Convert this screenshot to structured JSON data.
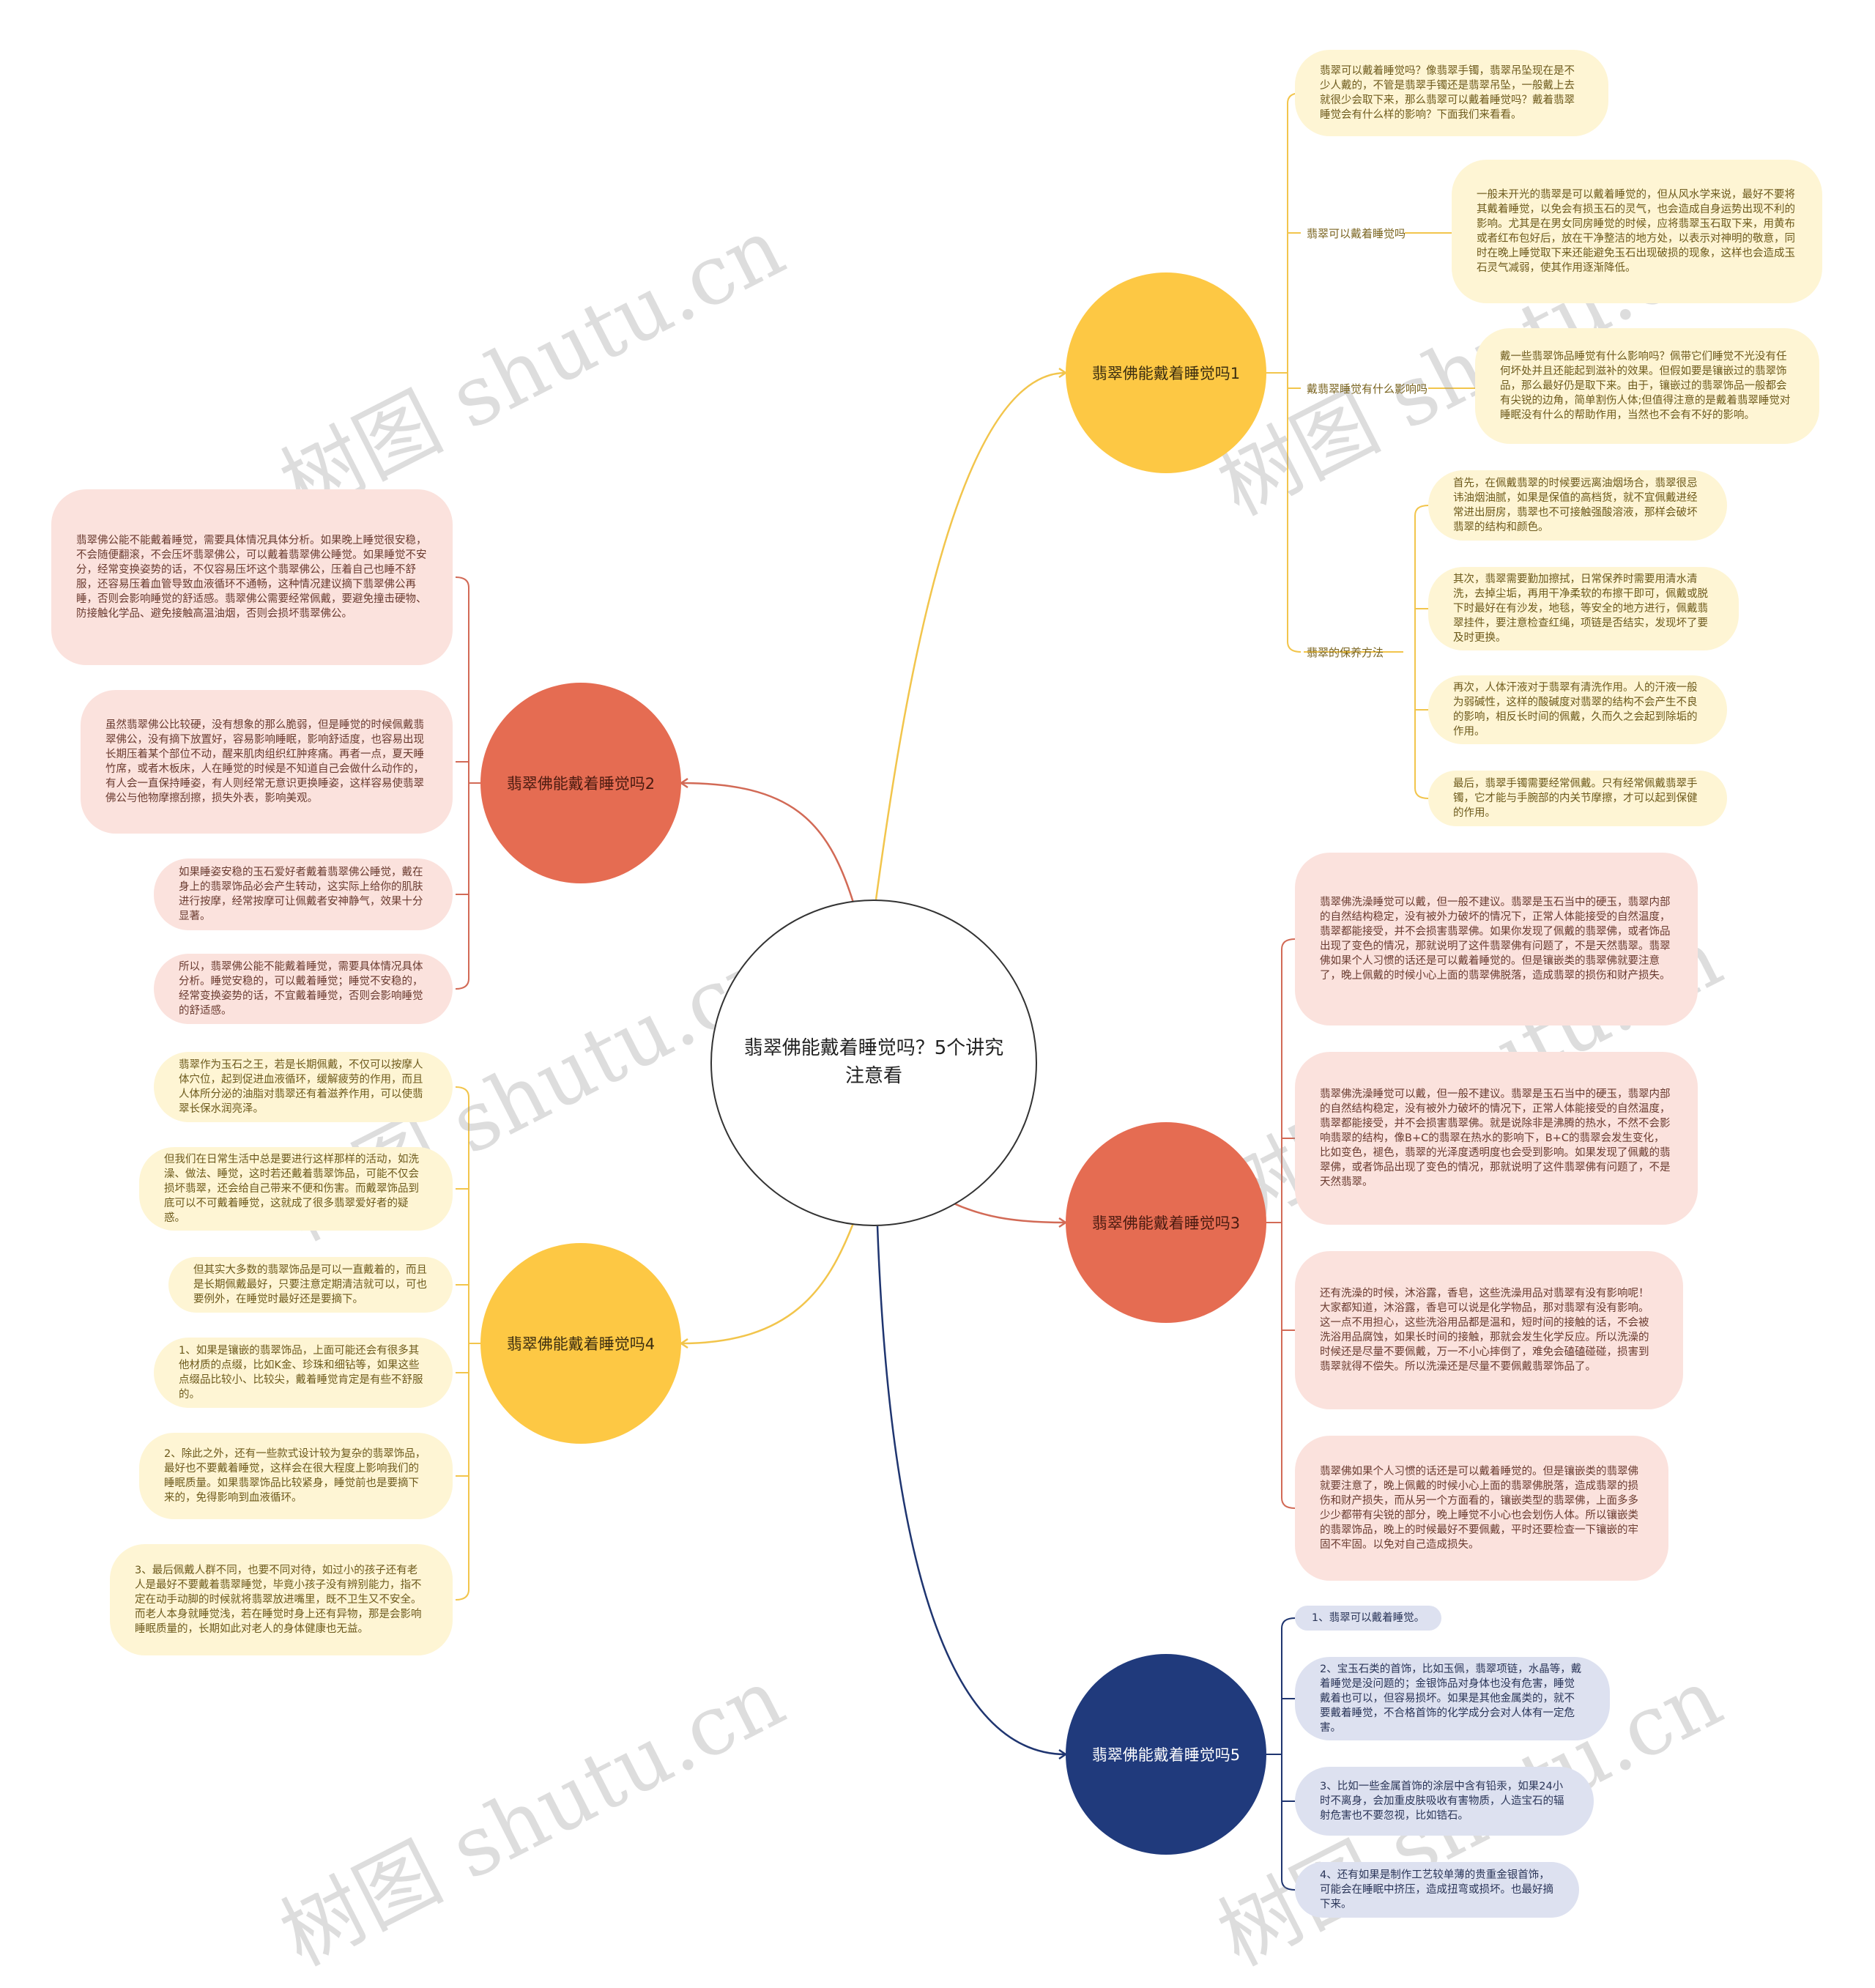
{
  "center": {
    "title": "翡翠佛能戴着睡觉吗？5个讲究注意看"
  },
  "branches": [
    {
      "title": "翡翠佛能戴着睡觉吗1",
      "color": "#fdc844",
      "items": [
        {
          "text": "翡翠可以戴着睡觉吗？像翡翠手镯，翡翠吊坠现在是不少人戴的，不管是翡翠手镯还是翡翠吊坠，一般戴上去就很少会取下来，那么翡翠可以戴着睡觉吗？戴着翡翠睡觉会有什么样的影响？下面我们来看看。"
        },
        {
          "label": "翡翠可以戴着睡觉吗",
          "text": "一般未开光的翡翠是可以戴着睡觉的，但从风水学来说，最好不要将其戴着睡觉，以免会有损玉石的灵气，也会造成自身运势出现不利的影响。尤其是在男女同房睡觉的时候，应将翡翠玉石取下来，用黄布或者红布包好后，放在干净整洁的地方处，以表示对神明的敬意，同时在晚上睡觉取下来还能避免玉石出现破损的现象，这样也会造成玉石灵气减弱，使其作用逐渐降低。"
        },
        {
          "label": "戴翡翠睡觉有什么影响吗",
          "text": "戴一些翡翠饰品睡觉有什么影响吗？佩带它们睡觉不光没有任何坏处并且还能起到滋补的效果。但假如要是镶嵌过的翡翠饰品，那么最好仍是取下来。由于，镶嵌过的翡翠饰品一般都会有尖锐的边角，简单割伤人体;但值得注意的是戴着翡翠睡觉对睡眠没有什么的帮助作用，当然也不会有不好的影响。"
        },
        {
          "label": "翡翠的保养方法",
          "children": [
            "首先，在佩戴翡翠的时候要远离油烟场合，翡翠很忌讳油烟油腻，如果是保值的高档货，就不宜佩戴进经常进出厨房，翡翠也不可接触强酸溶液，那样会破坏翡翠的结构和颜色。",
            "其次，翡翠需要勤加擦拭，日常保养时需要用清水清洗，去掉尘垢，再用干净柔软的布擦干即可，佩戴或脱下时最好在有沙发，地毯，等安全的地方进行，佩戴翡翠挂件，要注意检查红绳，项链是否结实，发现坏了要及时更换。",
            "再次，人体汗液对于翡翠有清洗作用。人的汗液一般为弱碱性，这样的酸碱度对翡翠的结构不会产生不良的影响，相反长时间的佩戴，久而久之会起到除垢的作用。",
            "最后，翡翠手镯需要经常佩戴。只有经常佩戴翡翠手镯，它才能与手腕部的内关节摩擦，才可以起到保健的作用。"
          ]
        }
      ]
    },
    {
      "title": "翡翠佛能戴着睡觉吗2",
      "color": "#e56c52",
      "items": [
        "翡翠佛公能不能戴着睡觉，需要具体情况具体分析。如果晚上睡觉很安稳，不会随便翻滚，不会压坏翡翠佛公，可以戴着翡翠佛公睡觉。如果睡觉不安分，经常变换姿势的话，不仅容易压坏这个翡翠佛公，压着自己也睡不舒服，还容易压着血管导致血液循环不通畅，这种情况建议摘下翡翠佛公再睡，否则会影响睡觉的舒适感。翡翠佛公需要经常佩戴，要避免撞击硬物、防接触化学品、避免接触高温油烟，否则会损坏翡翠佛公。",
        "虽然翡翠佛公比较硬，没有想象的那么脆弱，但是睡觉的时候佩戴翡翠佛公，没有摘下放置好，容易影响睡眠，影响舒适度，也容易出现长期压着某个部位不动，醒来肌肉组织红肿疼痛。再者一点，夏天睡竹席，或者木板床，人在睡觉的时候是不知道自己会做什么动作的，有人会一直保持睡姿，有人则经常无意识更换睡姿，这样容易使翡翠佛公与他物摩擦刮擦，损失外表，影响美观。",
        "如果睡姿安稳的玉石爱好者戴着翡翠佛公睡觉，戴在身上的翡翠饰品必会产生转动，这实际上给你的肌肤进行按摩，经常按摩可让佩戴者安神静气，效果十分显著。",
        "所以，翡翠佛公能不能戴着睡觉，需要具体情况具体分析。睡觉安稳的，可以戴着睡觉；睡觉不安稳的，经常变换姿势的话，不宜戴着睡觉，否则会影响睡觉的舒适感。"
      ]
    },
    {
      "title": "翡翠佛能戴着睡觉吗3",
      "color": "#e56c52",
      "items": [
        "翡翠佛洗澡睡觉可以戴，但一般不建议。翡翠是玉石当中的硬玉，翡翠内部的自然结构稳定，没有被外力破坏的情况下，正常人体能接受的自然温度，翡翠都能接受，并不会损害翡翠佛。如果你发现了佩戴的翡翠佛，或者饰品出现了变色的情况，那就说明了这件翡翠佛有问题了，不是天然翡翠。翡翠佛如果个人习惯的话还是可以戴着睡觉的。但是镶嵌类的翡翠佛就要注意了，晚上佩戴的时候小心上面的翡翠佛脱落，造成翡翠的损伤和财产损失。",
        "翡翠佛洗澡睡觉可以戴，但一般不建议。翡翠是玉石当中的硬玉，翡翠内部的自然结构稳定，没有被外力破坏的情况下，正常人体能接受的自然温度，翡翠都能接受，并不会损害翡翠佛。就是说除非是沸腾的热水，不然不会影响翡翠的结构，像B+C的翡翠在热水的影响下，B+C的翡翠会发生变化，比如变色，褪色，翡翠的光泽度透明度也会受到影响。如果发现了佩戴的翡翠佛，或者饰品出现了变色的情况，那就说明了这件翡翠佛有问题了，不是天然翡翠。",
        "还有洗澡的时候，沐浴露，香皂，这些洗澡用品对翡翠有没有影响呢！大家都知道，沐浴露，香皂可以说是化学物品，那对翡翠有没有影响。这一点不用担心，这些洗浴用品都是温和，短时间的接触的话，不会被洗浴用品腐蚀，如果长时间的接触，那就会发生化学反应。所以洗澡的时候还是尽量不要佩戴，万一不小心摔倒了，难免会磕磕碰碰，损害到翡翠就得不偿失。所以洗澡还是尽量不要佩戴翡翠饰品了。",
        "翡翠佛如果个人习惯的话还是可以戴着睡觉的。但是镶嵌类的翡翠佛就要注意了，晚上佩戴的时候小心上面的翡翠佛脱落，造成翡翠的损伤和财产损失，而从另一个方面看的，镶嵌类型的翡翠佛，上面多多少少都带有尖锐的部分，晚上睡觉不小心也会划伤人体。所以镶嵌类的翡翠饰品，晚上的时候最好不要佩戴，平时还要检查一下镶嵌的牢固不牢固。以免对自己造成损失。"
      ]
    },
    {
      "title": "翡翠佛能戴着睡觉吗4",
      "color": "#fdc844",
      "items": [
        "翡翠作为玉石之王，若是长期佩戴，不仅可以按摩人体穴位，起到促进血液循环，缓解疲劳的作用，而且人体所分泌的油脂对翡翠还有着滋养作用，可以使翡翠长保水润亮泽。",
        "但我们在日常生活中总是要进行这样那样的活动，如洗澡、做法、睡觉，这时若还戴着翡翠饰品，可能不仅会损坏翡翠，还会给自己带来不便和伤害。而戴翠饰品到底可以不可戴着睡觉，这就成了很多翡翠爱好者的疑惑。",
        "但其实大多数的翡翠饰品是可以一直戴着的，而且是长期佩戴最好，只要注意定期清洁就可以，可也要例外，在睡觉时最好还是要摘下。",
        "1、如果是镶嵌的翡翠饰品，上面可能还会有很多其他材质的点缀，比如K金、珍珠和细钻等，如果这些点缀品比较小、比较尖，戴着睡觉肯定是有些不舒服的。",
        "2、除此之外，还有一些款式设计较为复杂的翡翠饰品，最好也不要戴着睡觉，这样会在很大程度上影响我们的睡眠质量。如果翡翠饰品比较紧身，睡觉前也是要摘下来的，免得影响到血液循环。",
        "3、最后佩戴人群不同，也要不同对待，如过小的孩子还有老人是最好不要戴着翡翠睡觉，毕竟小孩子没有辨别能力，指不定在动手动脚的时候就将翡翠放进嘴里，既不卫生又不安全。而老人本身就睡觉浅，若在睡觉时身上还有异物，那是会影响睡眠质量的，长期如此对老人的身体健康也无益。"
      ]
    },
    {
      "title": "翡翠佛能戴着睡觉吗5",
      "color": "#203a7c",
      "items": [
        "1、翡翠可以戴着睡觉。",
        "2、宝玉石类的首饰，比如玉佩，翡翠项链，水晶等，戴着睡觉是没问题的；金银饰品对身体也没有危害，睡觉戴着也可以，但容易损坏。如果是其他金属类的，就不要戴着睡觉，不合格首饰的化学成分会对人体有一定危害。",
        "3、比如一些金属首饰的涂层中含有铅汞，如果24小时不离身，会加重皮肤吸收有害物质，人造宝石的辐射危害也不要忽视，比如锆石。",
        "4、还有如果是制作工艺较单薄的贵重金银首饰，可能会在睡眠中挤压，造成扭弯或损坏。也最好摘下来。"
      ]
    }
  ],
  "watermark": "树图 shutu.cn"
}
